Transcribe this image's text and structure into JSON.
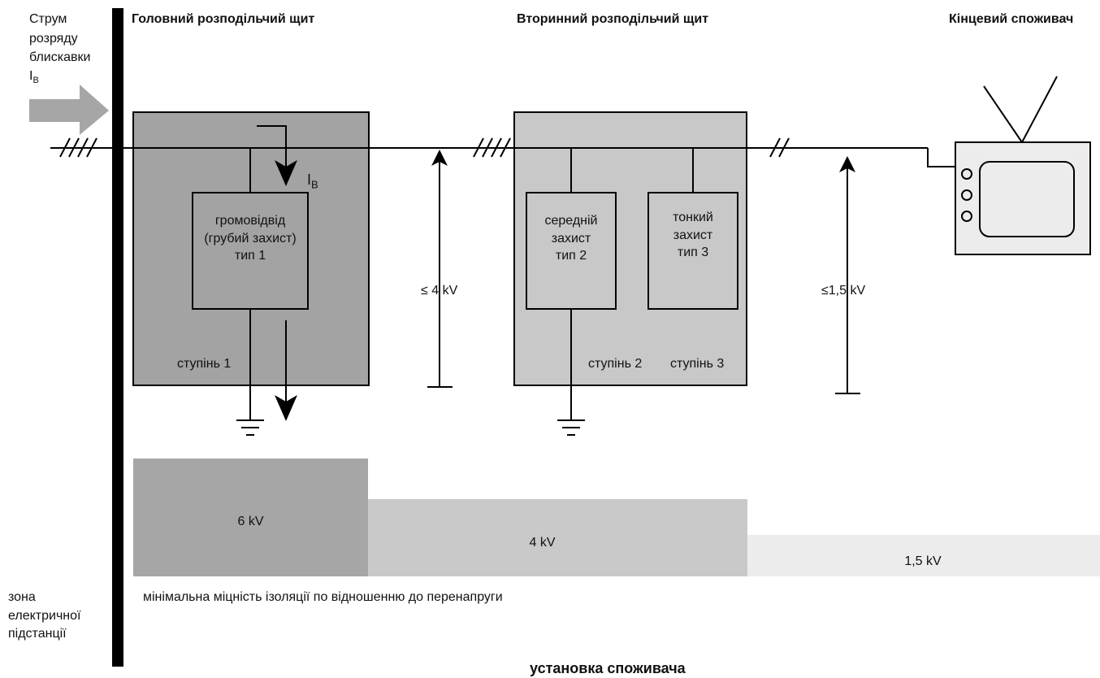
{
  "headers": {
    "main_board": "Головний розподільчий щит",
    "secondary_board": "Вторинний розподільчий щит",
    "end_consumer": "Кінцевий споживач"
  },
  "lightning_current": {
    "line1": "Струм",
    "line2": "розряду",
    "line3": "блискавки",
    "symbol": "I",
    "subscript": "B"
  },
  "current_label": {
    "symbol": "I",
    "subscript": "B"
  },
  "devices": {
    "arrester": [
      "громовідвід",
      "(грубий захист)",
      "тип 1"
    ],
    "medium": [
      "середній",
      "захист",
      "тип 2"
    ],
    "fine": [
      "тонкий",
      "захист",
      "тип 3"
    ]
  },
  "stages": {
    "stage1": "ступінь 1",
    "stage2": "ступінь 2",
    "stage3": "ступінь 3"
  },
  "voltage_limits": {
    "after_main": "≤ 4 kV",
    "after_secondary": "≤1,5 kV"
  },
  "insulation_levels": [
    {
      "label": "6 kV",
      "value_kv": 6,
      "color": "#a6a6a6"
    },
    {
      "label": "4 kV",
      "value_kv": 4,
      "color": "#c8c9c8"
    },
    {
      "label": "1,5 kV",
      "value_kv": 1.5,
      "color": "#ececec"
    }
  ],
  "insulation_caption": "мінімальна міцність ізоляції по відношенню до перенапруги",
  "zone_label": [
    "зона",
    "електричної",
    "підстанції"
  ],
  "installation_label": "установка споживача",
  "colors": {
    "main_board_fill": "#a3a3a3",
    "secondary_board_fill": "#c7c8c7",
    "arrow_fill": "#a6a6a6",
    "tv_fill": "#ececec"
  }
}
